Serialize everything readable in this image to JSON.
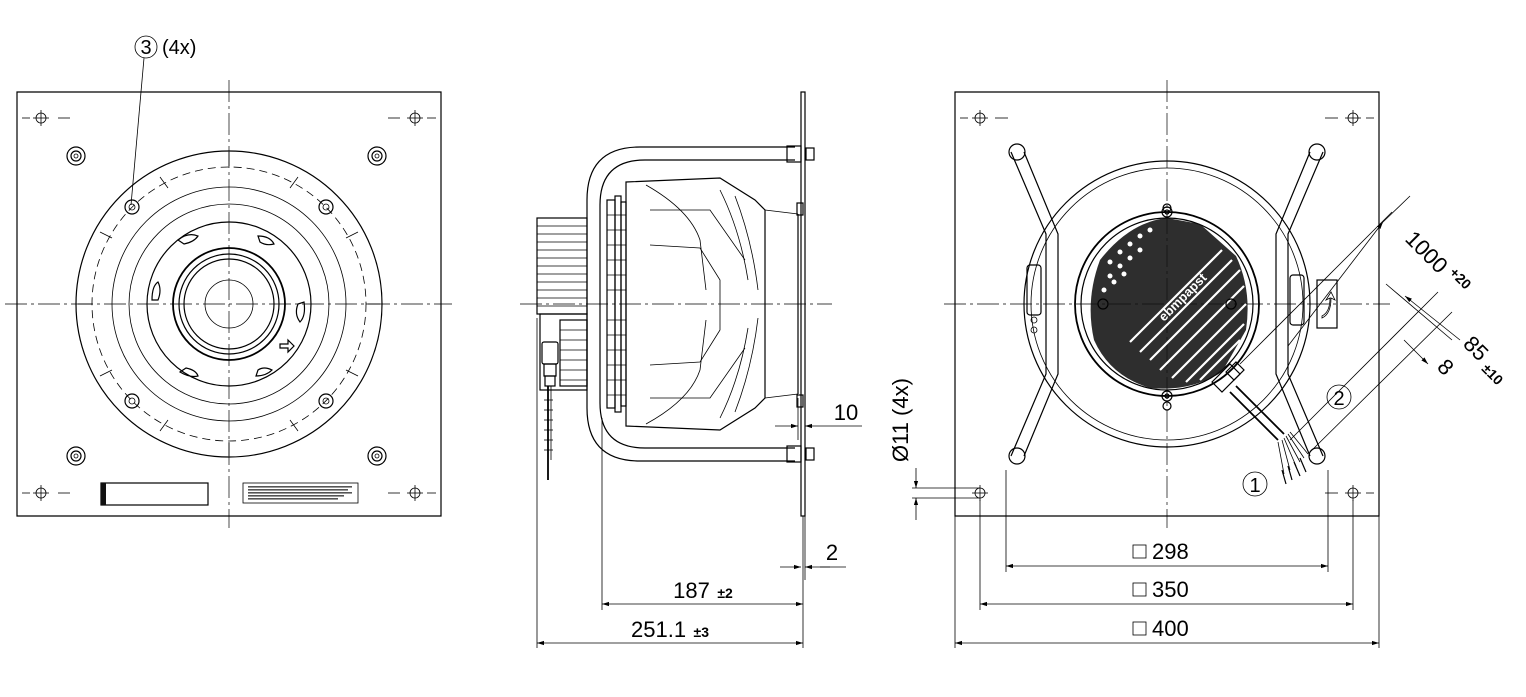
{
  "front_view": {
    "callout_number": "3",
    "callout_qty": "(4x)"
  },
  "side_view": {
    "dim_flange_thickness": "10",
    "dim_plate_thickness": "2",
    "dim_depth_value": "187",
    "dim_depth_tol": "±2",
    "dim_total_value": "251.1",
    "dim_total_tol": "±3"
  },
  "rear_view": {
    "dim_hole": "Ø11 (4x)",
    "dim_cable_value": "1000",
    "dim_cable_tol": "+20",
    "dim_strip_value": "85",
    "dim_strip_tol": "±10",
    "dim_wire_end": "8",
    "callout_1": "1",
    "callout_2": "2",
    "dim_square_298": "298",
    "dim_square_350": "350",
    "dim_square_400": "400",
    "brand_text": "ebmpapst"
  }
}
